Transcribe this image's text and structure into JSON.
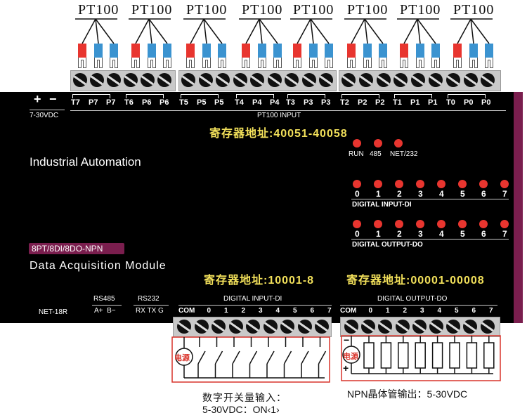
{
  "pt100": {
    "label": "PT100",
    "channels": [
      "7",
      "6",
      "5",
      "4",
      "3",
      "2",
      "1",
      "0"
    ],
    "lug_colors": {
      "red": "#e8352f",
      "blue": "#3b93d0"
    }
  },
  "power": {
    "plus": "+",
    "minus": "−",
    "range": "7-30VDC"
  },
  "top_terminals": [
    [
      "T7",
      "P7",
      "P7"
    ],
    [
      "T6",
      "P6",
      "P6"
    ],
    [
      "T5",
      "P5",
      "P5"
    ],
    [
      "T4",
      "P4",
      "P4"
    ],
    [
      "T3",
      "P3",
      "P3"
    ],
    [
      "T2",
      "P2",
      "P2"
    ],
    [
      "T1",
      "P1",
      "P1"
    ],
    [
      "T0",
      "P0",
      "P0"
    ]
  ],
  "pt100_input_label": "PT100 INPUT",
  "registers": {
    "pt100": "寄存器地址:40051-40058",
    "di": "寄存器地址:10001-8",
    "do": "寄存器地址:00001-00008"
  },
  "brand": "Industrial Automation",
  "status_leds": [
    "RUN",
    "485",
    "NET/232"
  ],
  "di_leds": {
    "numbers": [
      "0",
      "1",
      "2",
      "3",
      "4",
      "5",
      "6",
      "7"
    ],
    "label": "DIGITAL INPUT-DI"
  },
  "do_leds": {
    "numbers": [
      "0",
      "1",
      "2",
      "3",
      "4",
      "5",
      "6",
      "7"
    ],
    "label": "DIGITAL OUTPUT-DO"
  },
  "model_badge": "8PT/8DI/8DO-NPN",
  "module_name": "Data Acquisition Module",
  "model_number": "NET-18R",
  "rs485": {
    "label": "RS485",
    "pins": "A+  B−"
  },
  "rs232": {
    "label": "RS232",
    "pins": "RX TX G"
  },
  "di_header": {
    "label": "DIGITAL INPUT-DI",
    "pins": [
      "COM",
      "0",
      "1",
      "2",
      "3",
      "4",
      "5",
      "6",
      "7"
    ]
  },
  "do_header": {
    "label": "DIGITAL OUTPUT-DO",
    "pins": [
      "COM",
      "0",
      "1",
      "2",
      "3",
      "4",
      "5",
      "6",
      "7"
    ]
  },
  "power_symbol": "电源",
  "do_power_minus": "−",
  "do_power_plus": "+",
  "di_caption": [
    "数字开关量输入：",
    "5-30VDC：ON‹1›"
  ],
  "do_caption": "NPN晶体管输出：5-30VDC",
  "colors": {
    "panel": "#000000",
    "accent": "#7a1e4e",
    "led": "#e8352f",
    "register_text": "#f2e05a",
    "wiring_box": "#d9342b"
  }
}
